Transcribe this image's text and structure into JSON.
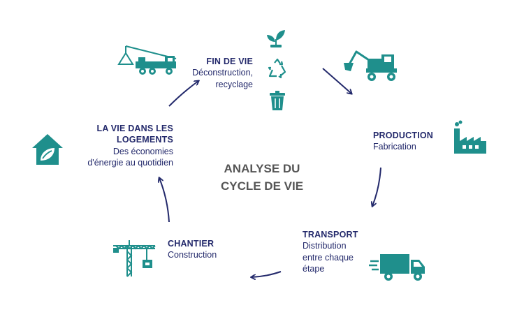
{
  "colors": {
    "navy": "#23296b",
    "teal": "#1f8f8c",
    "gray": "#555555"
  },
  "center": {
    "line1": "ANALYSE DU",
    "line2": "CYCLE DE VIE"
  },
  "stages": {
    "fin_de_vie": {
      "title": "FIN DE VIE",
      "desc1": "Déconstruction,",
      "desc2": "recyclage",
      "icons": [
        "crane-truck-icon",
        "sprout-icon",
        "recycle-icon",
        "trash-bin-icon"
      ]
    },
    "production": {
      "title": "PRODUCTION",
      "desc1": "Fabrication",
      "icons": [
        "excavator-icon",
        "factory-icon"
      ]
    },
    "transport": {
      "title": "TRANSPORT",
      "desc1": "Distribution",
      "desc2": "entre chaque",
      "desc3": "étape",
      "icons": [
        "delivery-truck-icon"
      ]
    },
    "chantier": {
      "title": "CHANTIER",
      "desc1": "Construction",
      "icons": [
        "tower-crane-icon"
      ]
    },
    "logements": {
      "title1": "LA VIE DANS LES",
      "title2": "LOGEMENTS",
      "desc1": "Des économies",
      "desc2": "d'énergie au quotidien",
      "icons": [
        "eco-house-icon"
      ]
    }
  }
}
